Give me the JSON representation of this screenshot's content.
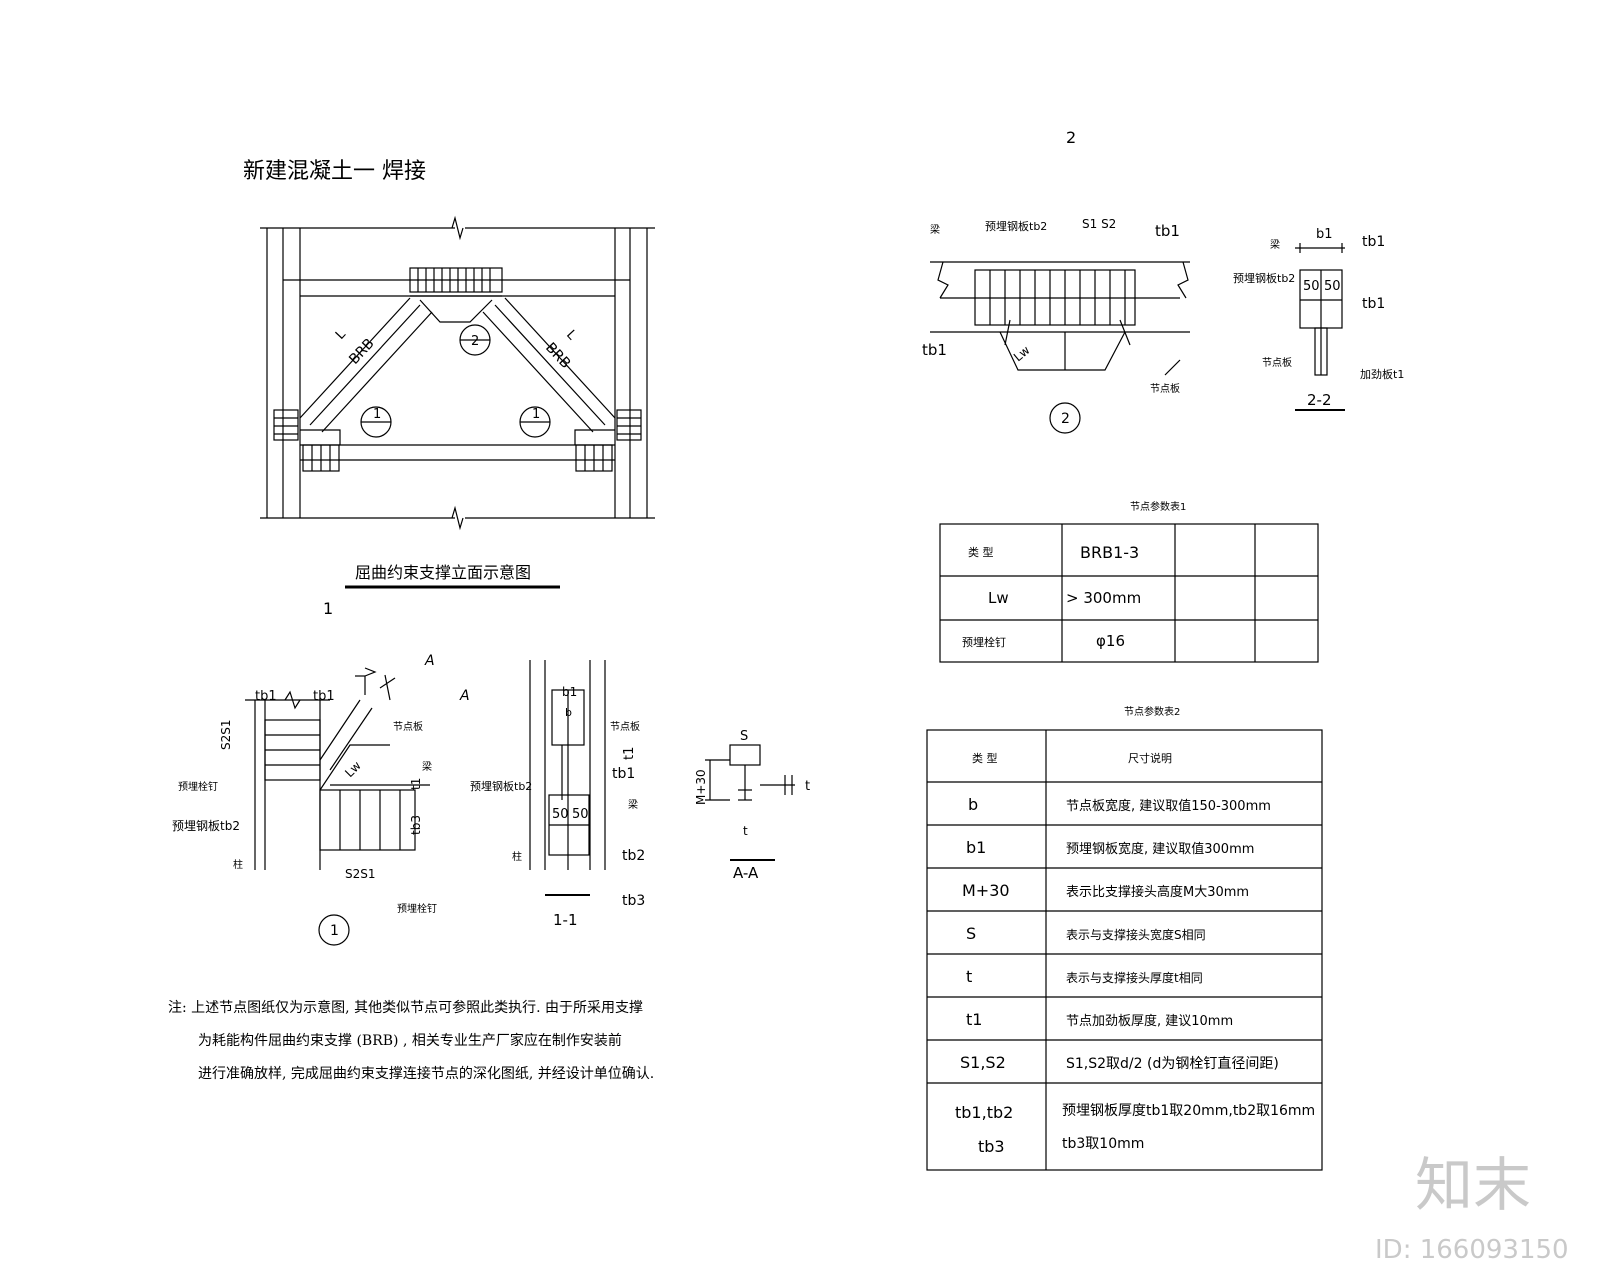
{
  "drawing": {
    "header_title": "新建混凝土一 焊接",
    "elevation_title": "屈曲约束支撑立面示意图",
    "brb_label": "BRB",
    "length_label": "L",
    "marker_1": "1",
    "marker_2": "2",
    "detail1_number": "1",
    "detail2_number": "2",
    "section_A_letter": "A",
    "note_line1": "注: 上述节点图纸仅为示意图, 其他类似节点可参照此类执行. 由于所采用支撑",
    "note_line2": "为耗能构件屈曲约束支撑 (BRB) , 相关专业生产厂家应在制作安装前",
    "note_line3": "进行准确放样, 完成屈曲约束支撑连接节点的深化图纸, 并经设计单位确认."
  },
  "detail1": {
    "tb1": "tb1",
    "tb2_label": "预埋钢板tb2",
    "stud_label": "预埋栓钉",
    "column": "柱",
    "beam": "梁",
    "gusset": "节点板",
    "stud_label2": "预埋栓钉",
    "s2s1": "S2S1",
    "lw": "Lw",
    "t1": "t1",
    "tb3": "tb3"
  },
  "section11": {
    "b1": "b1",
    "b": "b",
    "gusset": "节点板",
    "t1": "t1",
    "tb2_label": "预埋钢板tb2",
    "tb1": "tb1",
    "fifty_a": "50",
    "fifty_b": "50",
    "column": "柱",
    "beam": "梁",
    "tb2": "tb2",
    "tb3": "tb3",
    "caption": "1-1"
  },
  "sectionAA": {
    "s": "S",
    "m30": "M+30",
    "t": "t",
    "caption": "A-A"
  },
  "detail2": {
    "beam": "梁",
    "tb2_label": "预埋钢板tb2",
    "s1s2": "S1 S2",
    "tb1_top": "tb1",
    "tb1_left": "tb1",
    "lw": "Lw",
    "gusset": "节点板",
    "circle_label": "2"
  },
  "section22": {
    "beam": "梁",
    "b1": "b1",
    "tb1_a": "tb1",
    "tb2_label": "预埋钢板tb2",
    "fifty_a": "50",
    "fifty_b": "50",
    "tb1_b": "tb1",
    "gusset": "节点板",
    "stiffener": "加劲板t1",
    "caption": "2-2"
  },
  "table1": {
    "title": "节点参数表1",
    "rows": [
      [
        "类 型",
        "BRB1-3",
        "",
        ""
      ],
      [
        "Lw",
        "> 300mm",
        "",
        ""
      ],
      [
        "预埋栓钉",
        "φ16",
        "",
        ""
      ]
    ]
  },
  "table2": {
    "title": "节点参数表2",
    "header": [
      "类 型",
      "尺寸说明"
    ],
    "rows": [
      [
        "b",
        "节点板宽度, 建议取值150-300mm"
      ],
      [
        "b1",
        "预埋钢板宽度, 建议取值300mm"
      ],
      [
        "M+30",
        "表示比支撑接头高度M大30mm"
      ],
      [
        "S",
        "表示与支撑接头宽度S相同"
      ],
      [
        "t",
        "表示与支撑接头厚度t相同"
      ],
      [
        "t1",
        "节点加劲板厚度, 建议10mm"
      ],
      [
        "S1,S2",
        "S1,S2取d/2  (d为钢栓钉直径间距)"
      ]
    ],
    "last_row_left": [
      "tb1,tb2",
      "tb3"
    ],
    "last_row_right": [
      "预埋钢板厚度tb1取20mm,tb2取16mm",
      "tb3取10mm"
    ]
  },
  "watermark": {
    "logo": "知末",
    "id": "ID: 166093150"
  }
}
